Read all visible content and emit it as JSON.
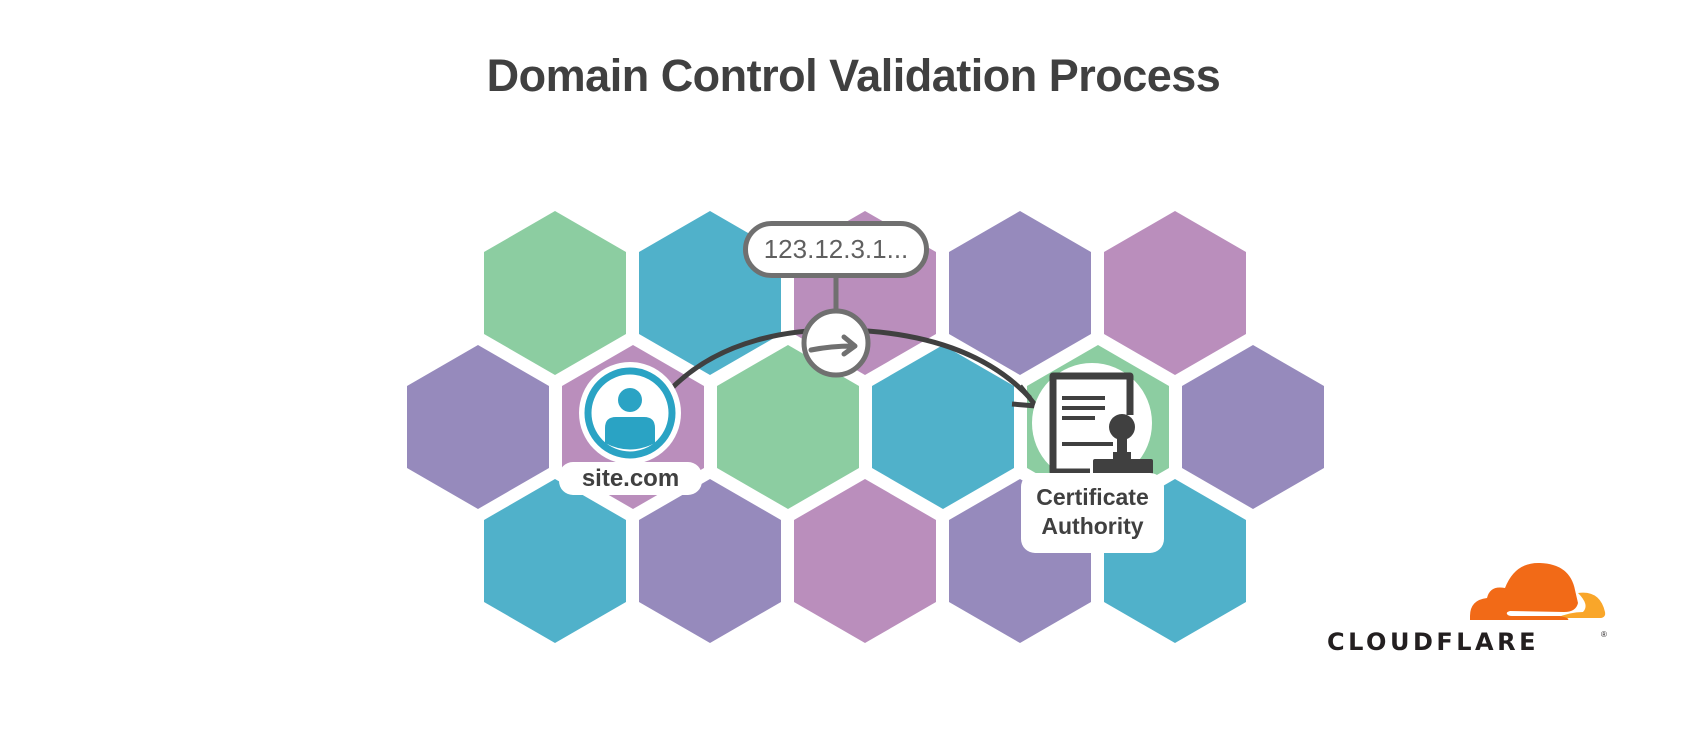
{
  "title": "Domain Control Validation Process",
  "colors": {
    "green": "#8CCDA1",
    "blue": "#50B1CA",
    "purple": "#968ABC",
    "pink": "#BA8EBC",
    "person": "#2AA3C4",
    "dark": "#404040",
    "cloud_orange": "#F6821F",
    "cloud_dark_orange": "#F26A17",
    "cloud_light": "#F9A62A"
  },
  "hex_rows": [
    [
      "green",
      "blue",
      "pink",
      "purple",
      "pink"
    ],
    [
      "purple",
      "pink",
      "green",
      "blue",
      "green",
      "purple"
    ],
    [
      "blue",
      "purple",
      "pink",
      "purple",
      "blue"
    ]
  ],
  "nodes": {
    "site": {
      "label": "site.com",
      "icon": "user-icon"
    },
    "ca": {
      "label_line1": "Certificate",
      "label_line2": "Authority",
      "icon": "certificate-stamp-icon"
    },
    "ip": {
      "label": "123.12.3.1..."
    }
  },
  "logo": {
    "text": "CLOUDFLARE",
    "reg": "®"
  }
}
